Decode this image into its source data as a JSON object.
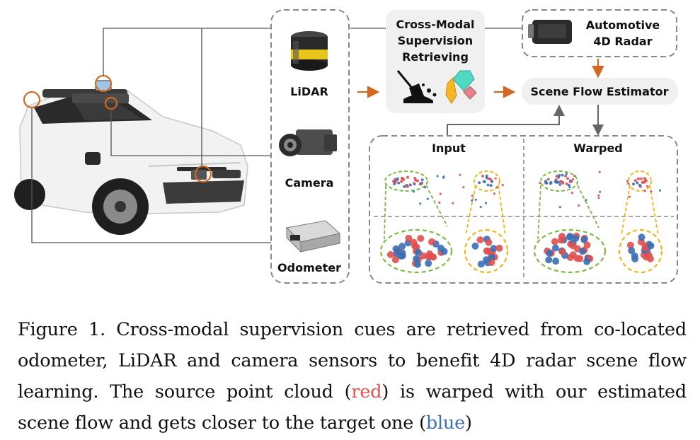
{
  "figure": {
    "sensors": {
      "lidar": "LiDAR",
      "camera": "Camera",
      "odometer": "Odometer"
    },
    "retrieval": {
      "line1": "Cross-Modal",
      "line2": "Supervision",
      "line3": "Retrieving"
    },
    "radar": {
      "line1": "Automotive",
      "line2": "4D Radar"
    },
    "estimator": "Scene Flow Estimator",
    "panels": {
      "input": "Input",
      "warped": "Warped"
    },
    "colors": {
      "source_red": "#e0504f",
      "target_blue": "#3b6fb6",
      "arrow_orange": "#d2691e",
      "highlight_green": "#7dbb43",
      "highlight_yellow": "#f1b51c"
    }
  },
  "caption": {
    "part1": "Figure 1.  Cross-modal supervision cues are retrieved from co-located odometer, LiDAR and camera sensors to benefit 4D radar scene flow learning. The source point cloud (",
    "red_word": "red",
    "part2": ") is warped with our estimated scene flow and gets closer to the target one (",
    "blue_word": "blue",
    "part3": ")"
  }
}
